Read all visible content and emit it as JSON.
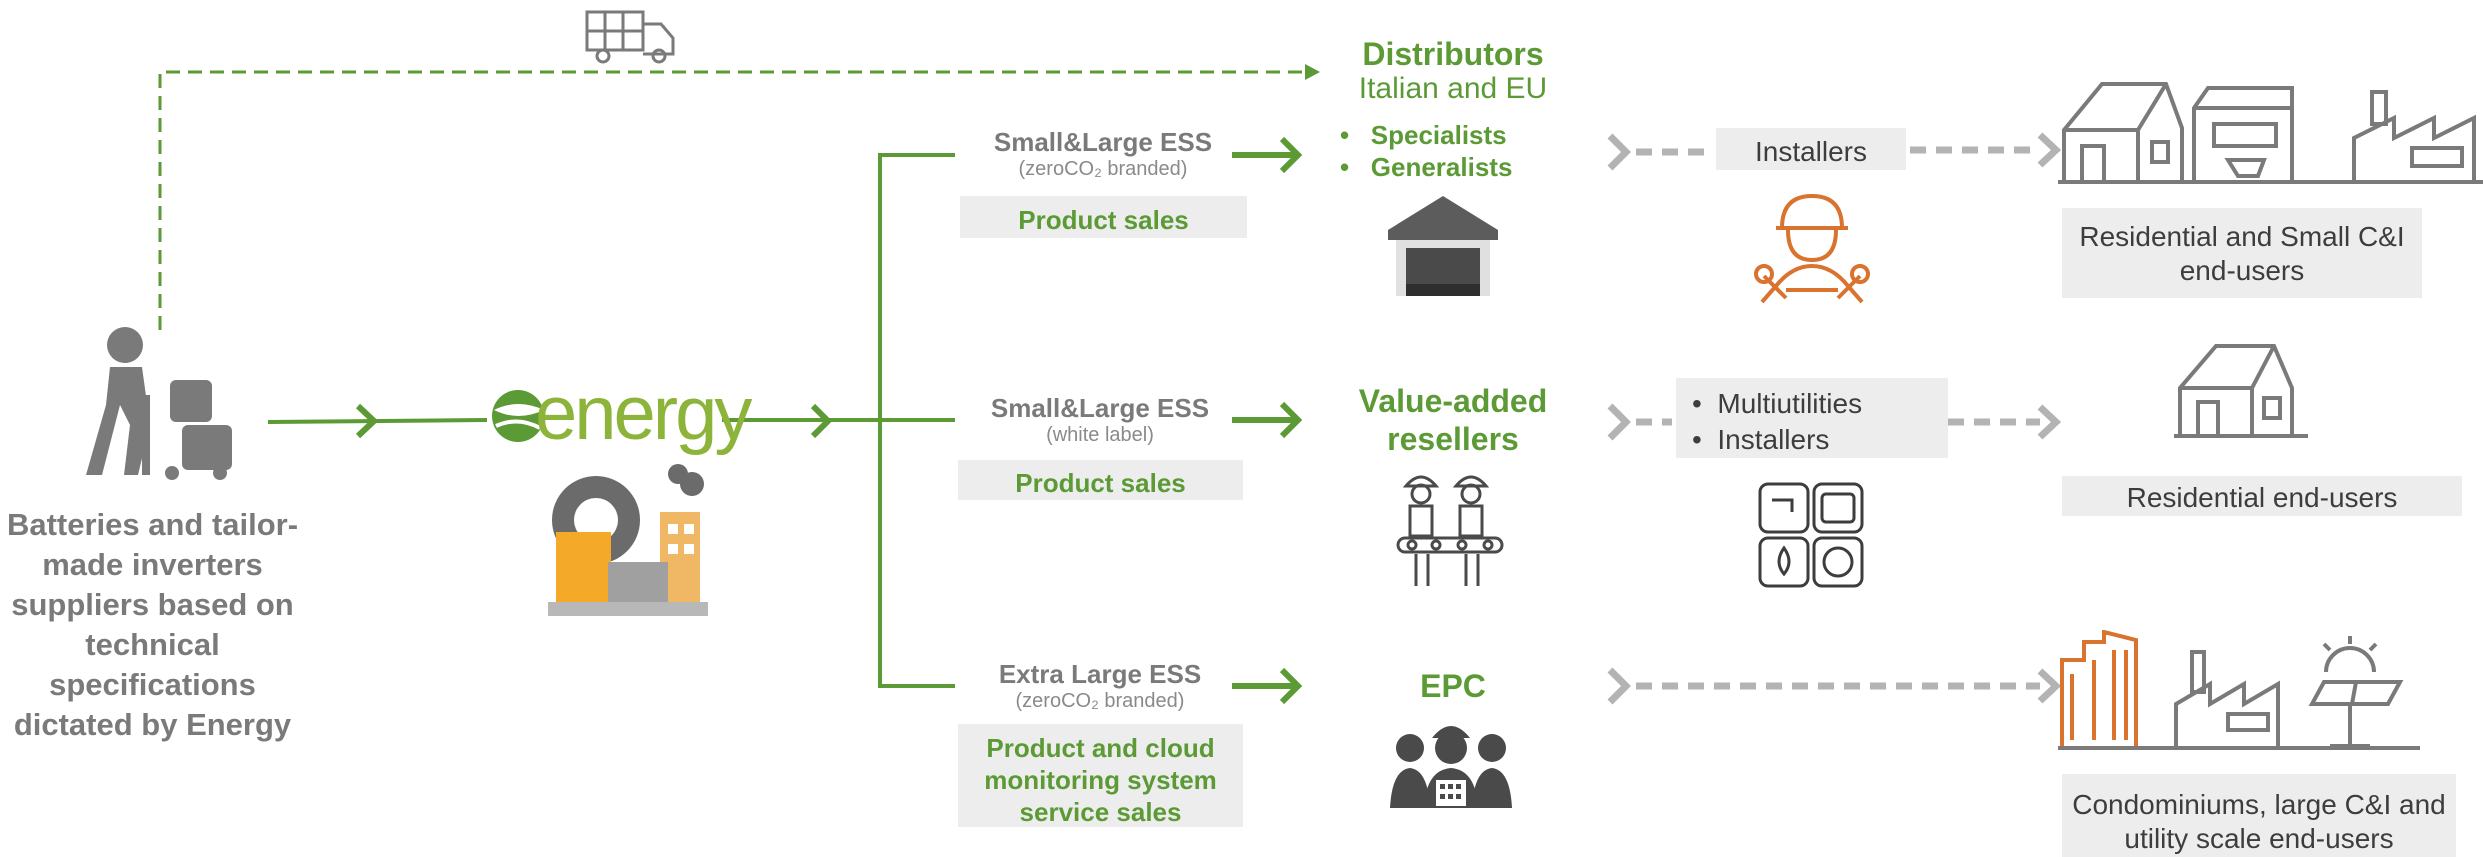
{
  "supplier": {
    "text": "Batteries and tailor-made inverters suppliers based on technical specifications dictated by Energy"
  },
  "brand": {
    "logo_text": "energy"
  },
  "channels": [
    {
      "title": "Small&Large ESS",
      "subtitle": "(zeroCO₂ branded)",
      "box": "Product sales"
    },
    {
      "title": "Small&Large ESS",
      "subtitle": "(white label)",
      "box": "Product sales"
    },
    {
      "title": "Extra Large ESS",
      "subtitle": "(zeroCO₂ branded)",
      "box": "Product and cloud monitoring system service sales"
    }
  ],
  "distributors": {
    "title": "Distributors",
    "subtitle": "Italian and EU",
    "bullets": [
      "Specialists",
      "Generalists"
    ]
  },
  "resellers": {
    "title": "Value-added resellers"
  },
  "epc": {
    "title": "EPC"
  },
  "intermediaries": {
    "installers": "Installers",
    "multi_bullets": [
      "Multiutilities",
      "Installers"
    ]
  },
  "end_users": [
    "Residential and Small C&I end-users",
    "Residential end-users",
    "Condominiums, large C&I and utility scale end-users"
  ],
  "colors": {
    "green": "#5b9a35",
    "grey": "#7a7a7a",
    "orange": "#d9732e",
    "box": "#ededed"
  }
}
